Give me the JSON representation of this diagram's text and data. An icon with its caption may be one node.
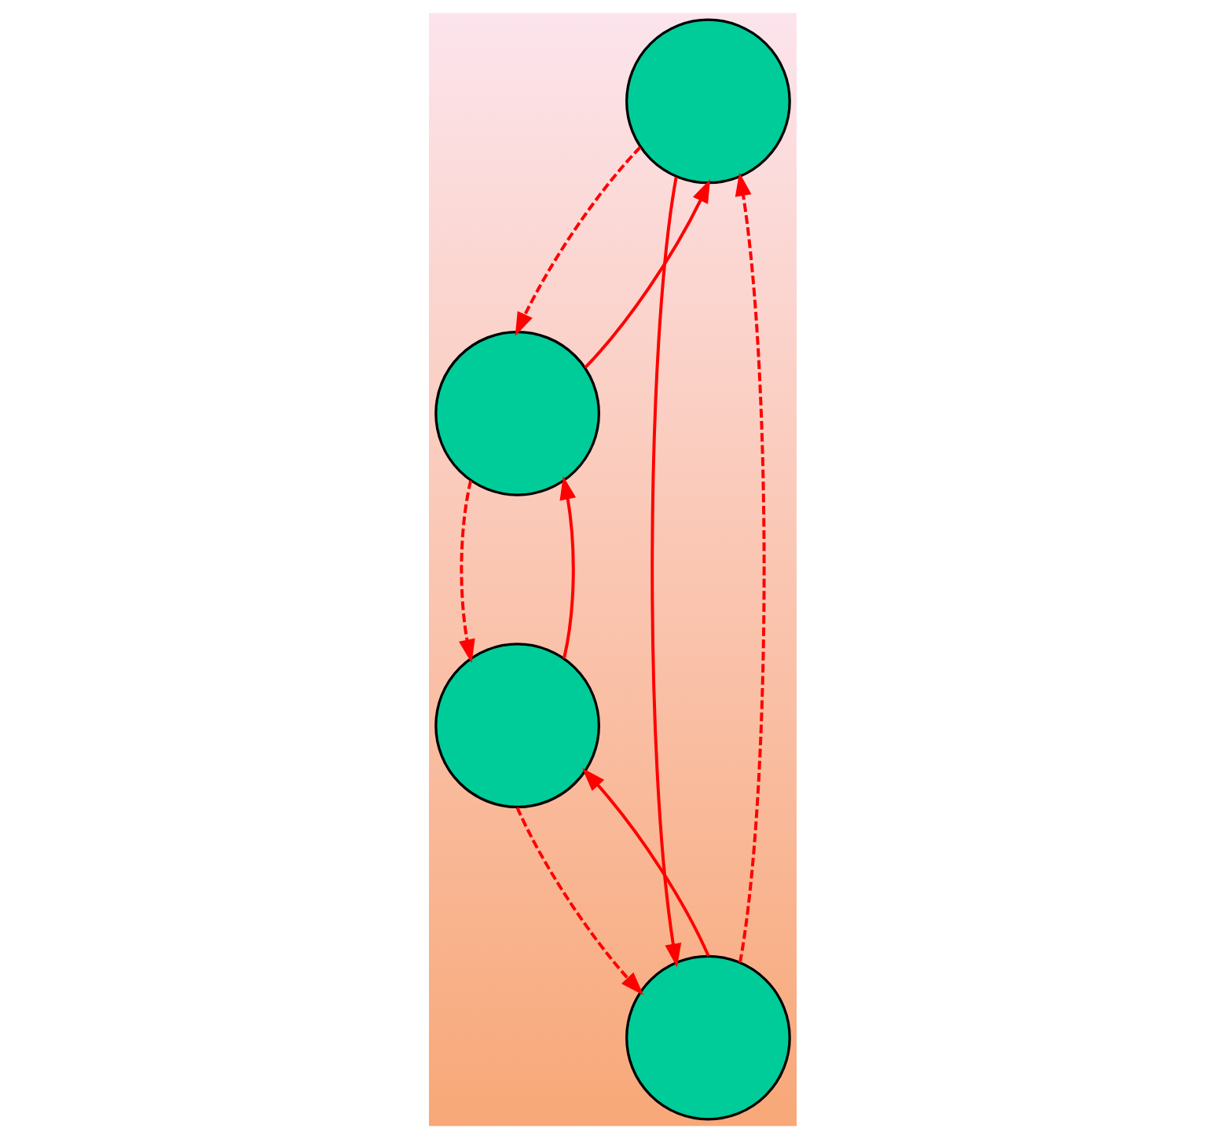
{
  "diagram": {
    "nodes": [
      {
        "text": [],
        "shape": "circle"
      },
      {
        "text": [],
        "shape": "circle"
      },
      {
        "text": [],
        "shape": "circle"
      },
      {
        "text": [],
        "shape": "circle"
      }
    ],
    "edges": [
      {
        "from": 1,
        "to": 0,
        "arrow": "to"
      },
      {
        "from": 0,
        "to": 2,
        "arrow": "to"
      },
      {
        "from": 2,
        "to": 3,
        "arrow": "to"
      },
      {
        "from": 3,
        "to": 1,
        "arrow": "to"
      },
      {
        "from": 0,
        "to": 1,
        "arrow": "to",
        "style": "dashed"
      },
      {
        "from": 2,
        "to": 0,
        "arrow": "to",
        "style": "dashed"
      },
      {
        "from": 3,
        "to": 2,
        "arrow": "to",
        "style": "dashed"
      },
      {
        "from": 1,
        "to": 3,
        "arrow": "to",
        "style": "dashed"
      }
    ]
  }
}
